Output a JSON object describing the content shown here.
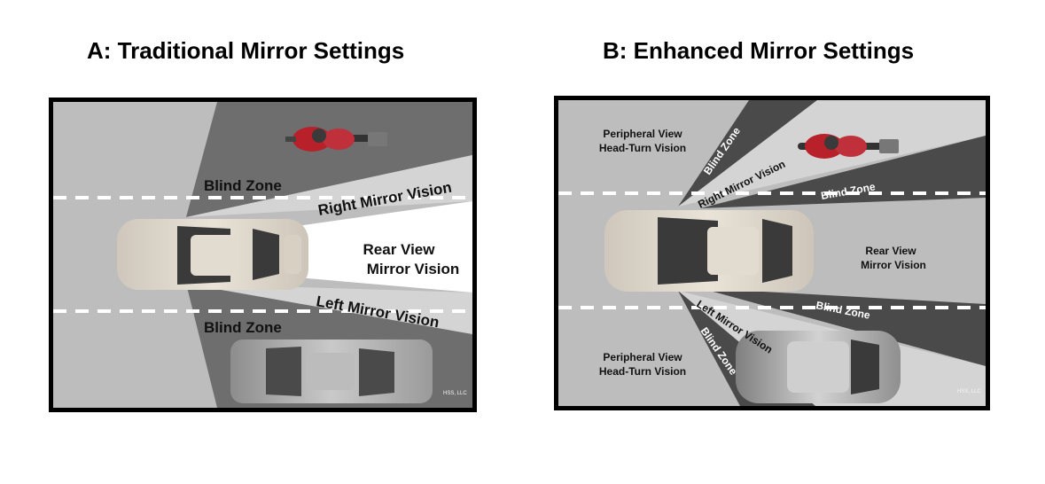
{
  "panel_a": {
    "title": "A: Traditional Mirror Settings",
    "labels": {
      "blind_zone_top": "Blind Zone",
      "right_mirror": "Right Mirror Vision",
      "rear_view_1": "Rear View",
      "rear_view_2": "Mirror Vision",
      "left_mirror": "Left Mirror Vision",
      "blind_zone_bottom": "Blind Zone"
    },
    "copyright": "HSS, LLC"
  },
  "panel_b": {
    "title": "B: Enhanced Mirror Settings",
    "labels": {
      "peripheral_top_1": "Peripheral View",
      "peripheral_top_2": "Head-Turn Vision",
      "blind_zone_diag_top": "Blind Zone",
      "right_mirror": "Right Mirror Vision",
      "blind_zone_right_top": "Blind Zone",
      "rear_view_1": "Rear View",
      "rear_view_2": "Mirror Vision",
      "blind_zone_right_bottom": "Blind Zone",
      "left_mirror": "Left Mirror Vision",
      "blind_zone_diag_bottom": "Blind Zone",
      "peripheral_bottom_1": "Peripheral View",
      "peripheral_bottom_2": "Head-Turn Vision"
    },
    "copyright": "HSS, LLC"
  },
  "colors": {
    "road": "#bdbdbd",
    "blind_zone": "#6e6e6e",
    "dark_zone": "#4a4a4a",
    "mirror_vision": "#d4d4d4",
    "rear_vision": "#ffffff",
    "lane_marking": "#ffffff"
  }
}
